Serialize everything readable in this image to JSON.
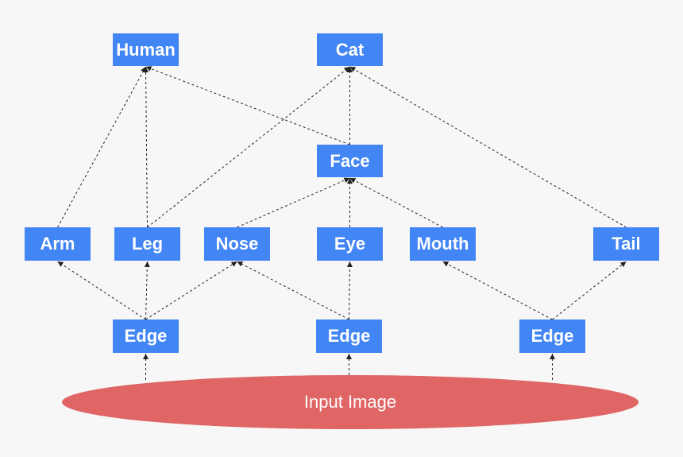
{
  "diagram": {
    "nodes": {
      "human": "Human",
      "cat": "Cat",
      "face": "Face",
      "arm": "Arm",
      "leg": "Leg",
      "nose": "Nose",
      "eye": "Eye",
      "mouth": "Mouth",
      "tail": "Tail",
      "edge1": "Edge",
      "edge2": "Edge",
      "edge3": "Edge"
    },
    "input": "Input Image",
    "edges": [
      [
        "arm",
        "human"
      ],
      [
        "leg",
        "human"
      ],
      [
        "face",
        "human"
      ],
      [
        "leg",
        "cat"
      ],
      [
        "face",
        "cat"
      ],
      [
        "tail",
        "cat"
      ],
      [
        "nose",
        "face"
      ],
      [
        "eye",
        "face"
      ],
      [
        "mouth",
        "face"
      ],
      [
        "edge1",
        "arm"
      ],
      [
        "edge1",
        "leg"
      ],
      [
        "edge1",
        "nose"
      ],
      [
        "edge2",
        "nose"
      ],
      [
        "edge2",
        "eye"
      ],
      [
        "edge3",
        "mouth"
      ],
      [
        "edge3",
        "tail"
      ],
      [
        "input",
        "edge1"
      ],
      [
        "input",
        "edge2"
      ],
      [
        "input",
        "edge3"
      ]
    ],
    "colors": {
      "node": "#4285f4",
      "input": "#e06666",
      "arrow": "#222222",
      "background": "#f7f7f7"
    }
  }
}
